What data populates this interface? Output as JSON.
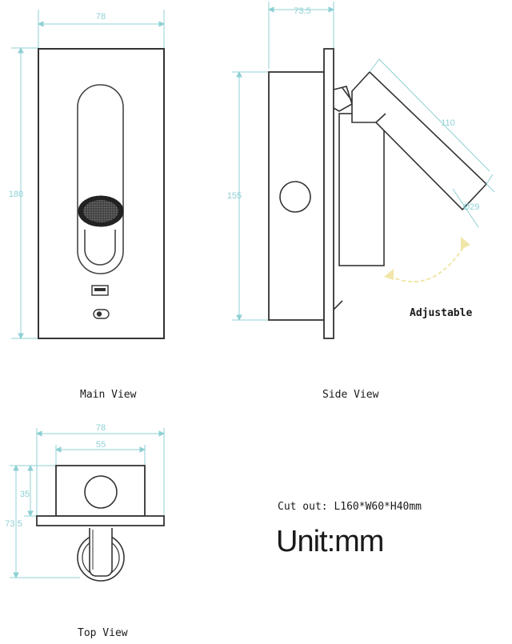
{
  "colors": {
    "dimension": "#8fd0d4",
    "outline": "#333333",
    "arrow": "#f0e6a8"
  },
  "labels": {
    "main_view": "Main View",
    "side_view": "Side View",
    "top_view": "Top View",
    "adjustable": "Adjustable",
    "cut_out": "Cut out: L160*W60*H40mm",
    "unit": "Unit:mm"
  },
  "dimensions": {
    "main_width": "78",
    "main_height": "180",
    "side_depth": "73.5",
    "side_height": "155",
    "arm_length": "110",
    "head_diameter": "Ø29",
    "top_width": "78",
    "top_inner_width": "55",
    "top_inner_depth": "35",
    "top_depth": "73.5"
  }
}
